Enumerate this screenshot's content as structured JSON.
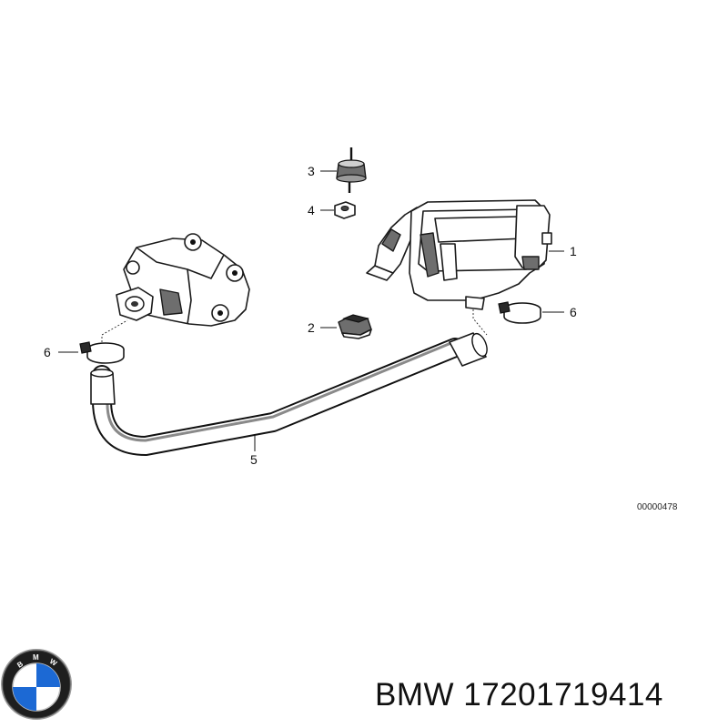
{
  "diagram": {
    "callouts": [
      {
        "id": "callout-1",
        "label": "1"
      },
      {
        "id": "callout-2",
        "label": "2"
      },
      {
        "id": "callout-3",
        "label": "3"
      },
      {
        "id": "callout-4",
        "label": "4"
      },
      {
        "id": "callout-5",
        "label": "5"
      },
      {
        "id": "callout-6a",
        "label": "6"
      },
      {
        "id": "callout-6b",
        "label": "6"
      }
    ],
    "reference_number": "00000478"
  },
  "brand": {
    "logo_icon": "bmw-roundel-icon",
    "logo_lettering": "BMW",
    "colors": {
      "blue": "#1c69d4",
      "white": "#ffffff",
      "ring": "#222222"
    }
  },
  "caption": "BMW 17201719414"
}
